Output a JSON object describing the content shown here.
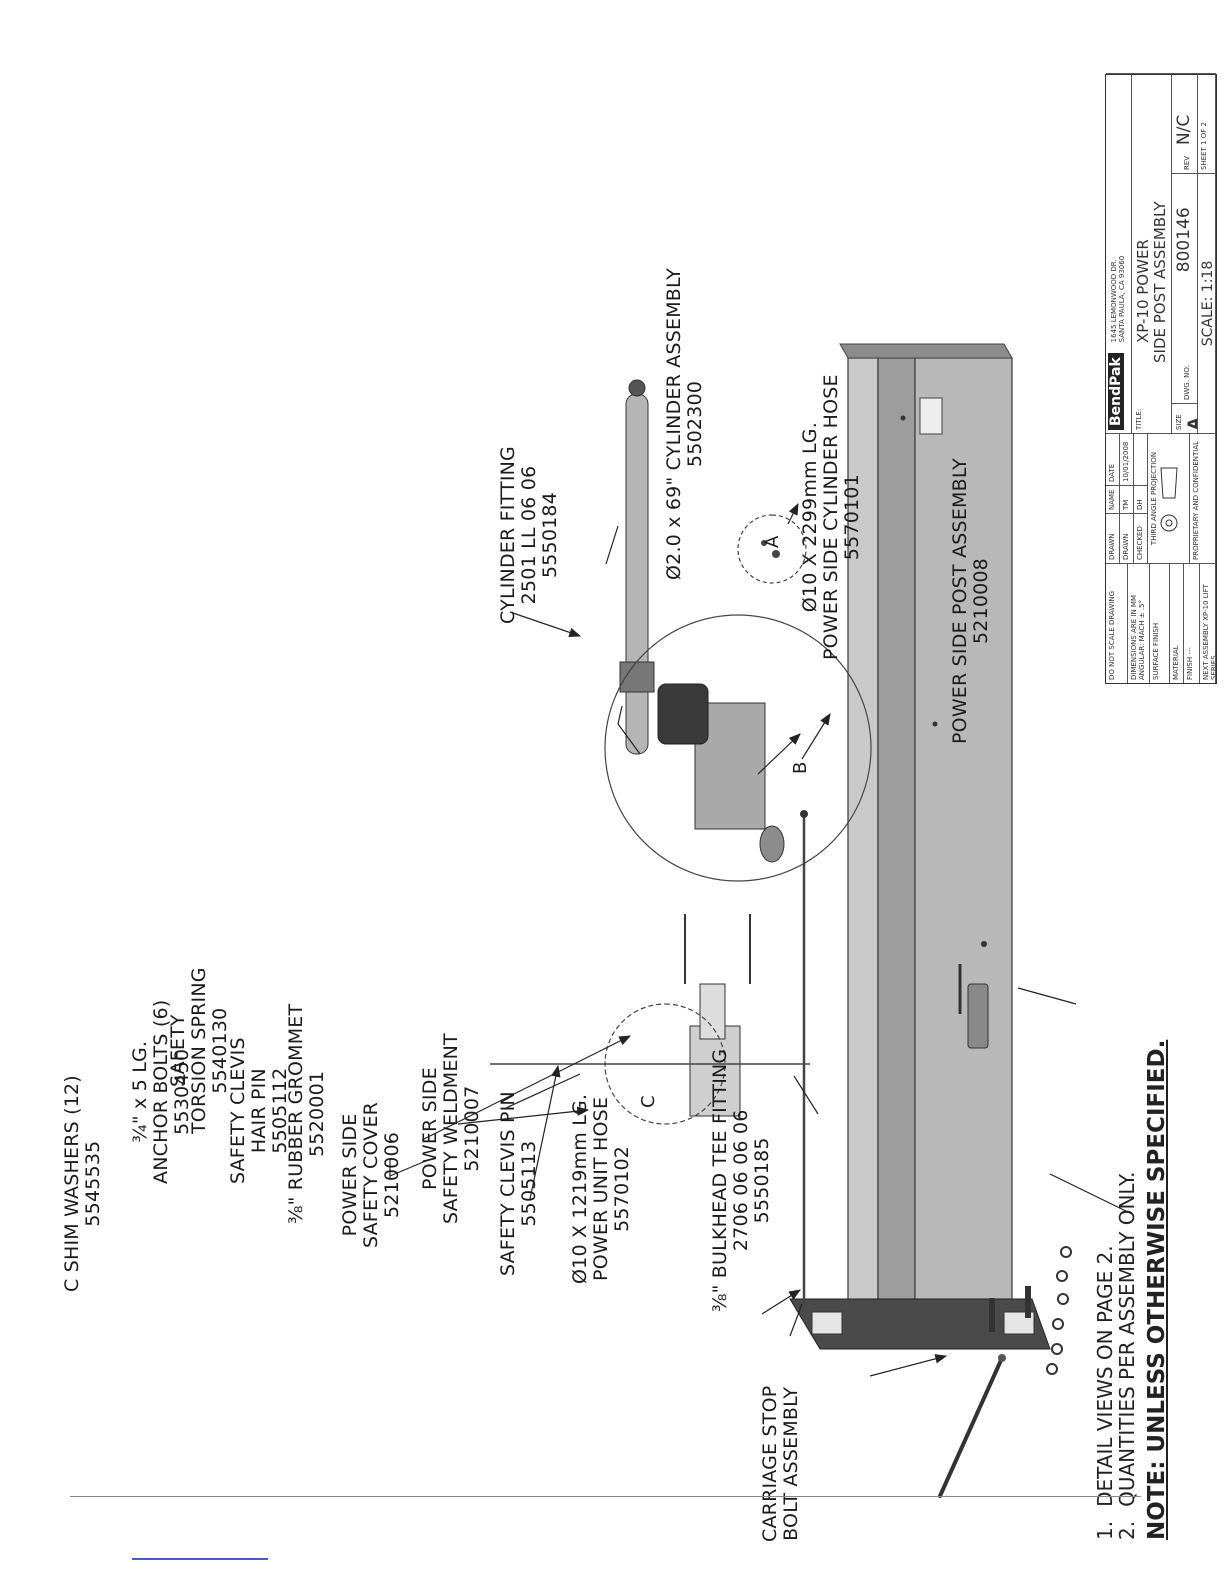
{
  "labels": {
    "carriage_stop": [
      "CARRIAGE STOP",
      "BOLT ASSEMBLY"
    ],
    "bulkhead_tee": [
      "⅜\" BULKHEAD TEE FITTING",
      "2706 06 06 06",
      "5550185"
    ],
    "power_unit_hose": [
      "Ø10 X 1219mm LG.",
      "POWER UNIT HOSE",
      "5570102"
    ],
    "safety_clevis_pin": [
      "SAFETY CLEVIS PIN",
      "5505113"
    ],
    "power_side_weldment": [
      "POWER SIDE",
      "SAFETY WELDMENT",
      "5210007"
    ],
    "power_side_cover": [
      "POWER SIDE",
      "SAFETY COVER",
      "5210006"
    ],
    "rubber_grommet": [
      "⅜\" RUBBER GROMMET",
      "5520001"
    ],
    "safety_clevis_hair_pin": [
      "SAFETY CLEVIS",
      "HAIR PIN",
      "5505112"
    ],
    "safety_torsion_spring": [
      "SAFETY",
      "TORSION SPRING",
      "5540130"
    ],
    "anchor_bolts": [
      "¾\" x 5 LG.",
      "ANCHOR BOLTS (6)",
      "5530450"
    ],
    "c_shim_washers": [
      "C SHIM WASHERS (12)",
      "5545535"
    ],
    "power_side_post": [
      "POWER SIDE POST ASSEMBLY",
      "5210008"
    ],
    "cylinder_hose": [
      "Ø10 X 2299mm LG.",
      "POWER SIDE CYLINDER HOSE",
      "5570101"
    ],
    "cylinder_assembly": [
      "Ø2.0 x 69\" CYLINDER ASSEMBLY",
      "5502300"
    ],
    "cylinder_fitting": [
      "CYLINDER FITTING",
      "2501 LL 06 06",
      "5550184"
    ]
  },
  "detail_letters": {
    "a": "A",
    "b": "B",
    "c": "C"
  },
  "notes": {
    "items": [
      {
        "num": "1.",
        "text": "DETAIL VIEWS ON PAGE 2."
      },
      {
        "num": "2.",
        "text": "QUANTITIES PER ASSEMBLY ONLY."
      }
    ],
    "title": "NOTE: UNLESS OTHERWISE SPECIFIED."
  },
  "title_block": {
    "do_not_scale": "DO NOT SCALE DRAWING",
    "dimensions_note": "DIMENSIONS ARE IN MM",
    "tolerance_note": "ANGULAR: MACH ± .5°",
    "finish_note": "SURFACE FINISH",
    "material_label": "MATERIAL",
    "finish_label": "FINISH",
    "finish_value": "---",
    "next_assy_label": "NEXT ASSEMBLY",
    "next_assy_value": "XP-10 LIFT SERIES",
    "drawn_label": "DRAWN",
    "checked_label": "CHECKED",
    "name_label": "NAME",
    "date_label": "DATE",
    "drawn_name": "TM",
    "checked_name": "DH",
    "drawn_date": "10/01/2008",
    "projection": "THIRD ANGLE PROJECTION",
    "proprietary": "PROPRIETARY AND CONFIDENTIAL",
    "company": "BendPak",
    "address_1": "1645 LEMONWOOD DR.",
    "address_2": "SANTA PAULA, CA 93060",
    "title_label": "TITLE:",
    "title_1": "XP-10 POWER",
    "title_2": "SIDE POST ASSEMBLY",
    "size_label": "SIZE",
    "size": "A",
    "dwg_label": "DWG. NO.",
    "dwg_no": "800146",
    "rev_label": "REV",
    "rev": "N/C",
    "scale": "SCALE: 1:18",
    "sheet": "SHEET 1 OF 2"
  }
}
